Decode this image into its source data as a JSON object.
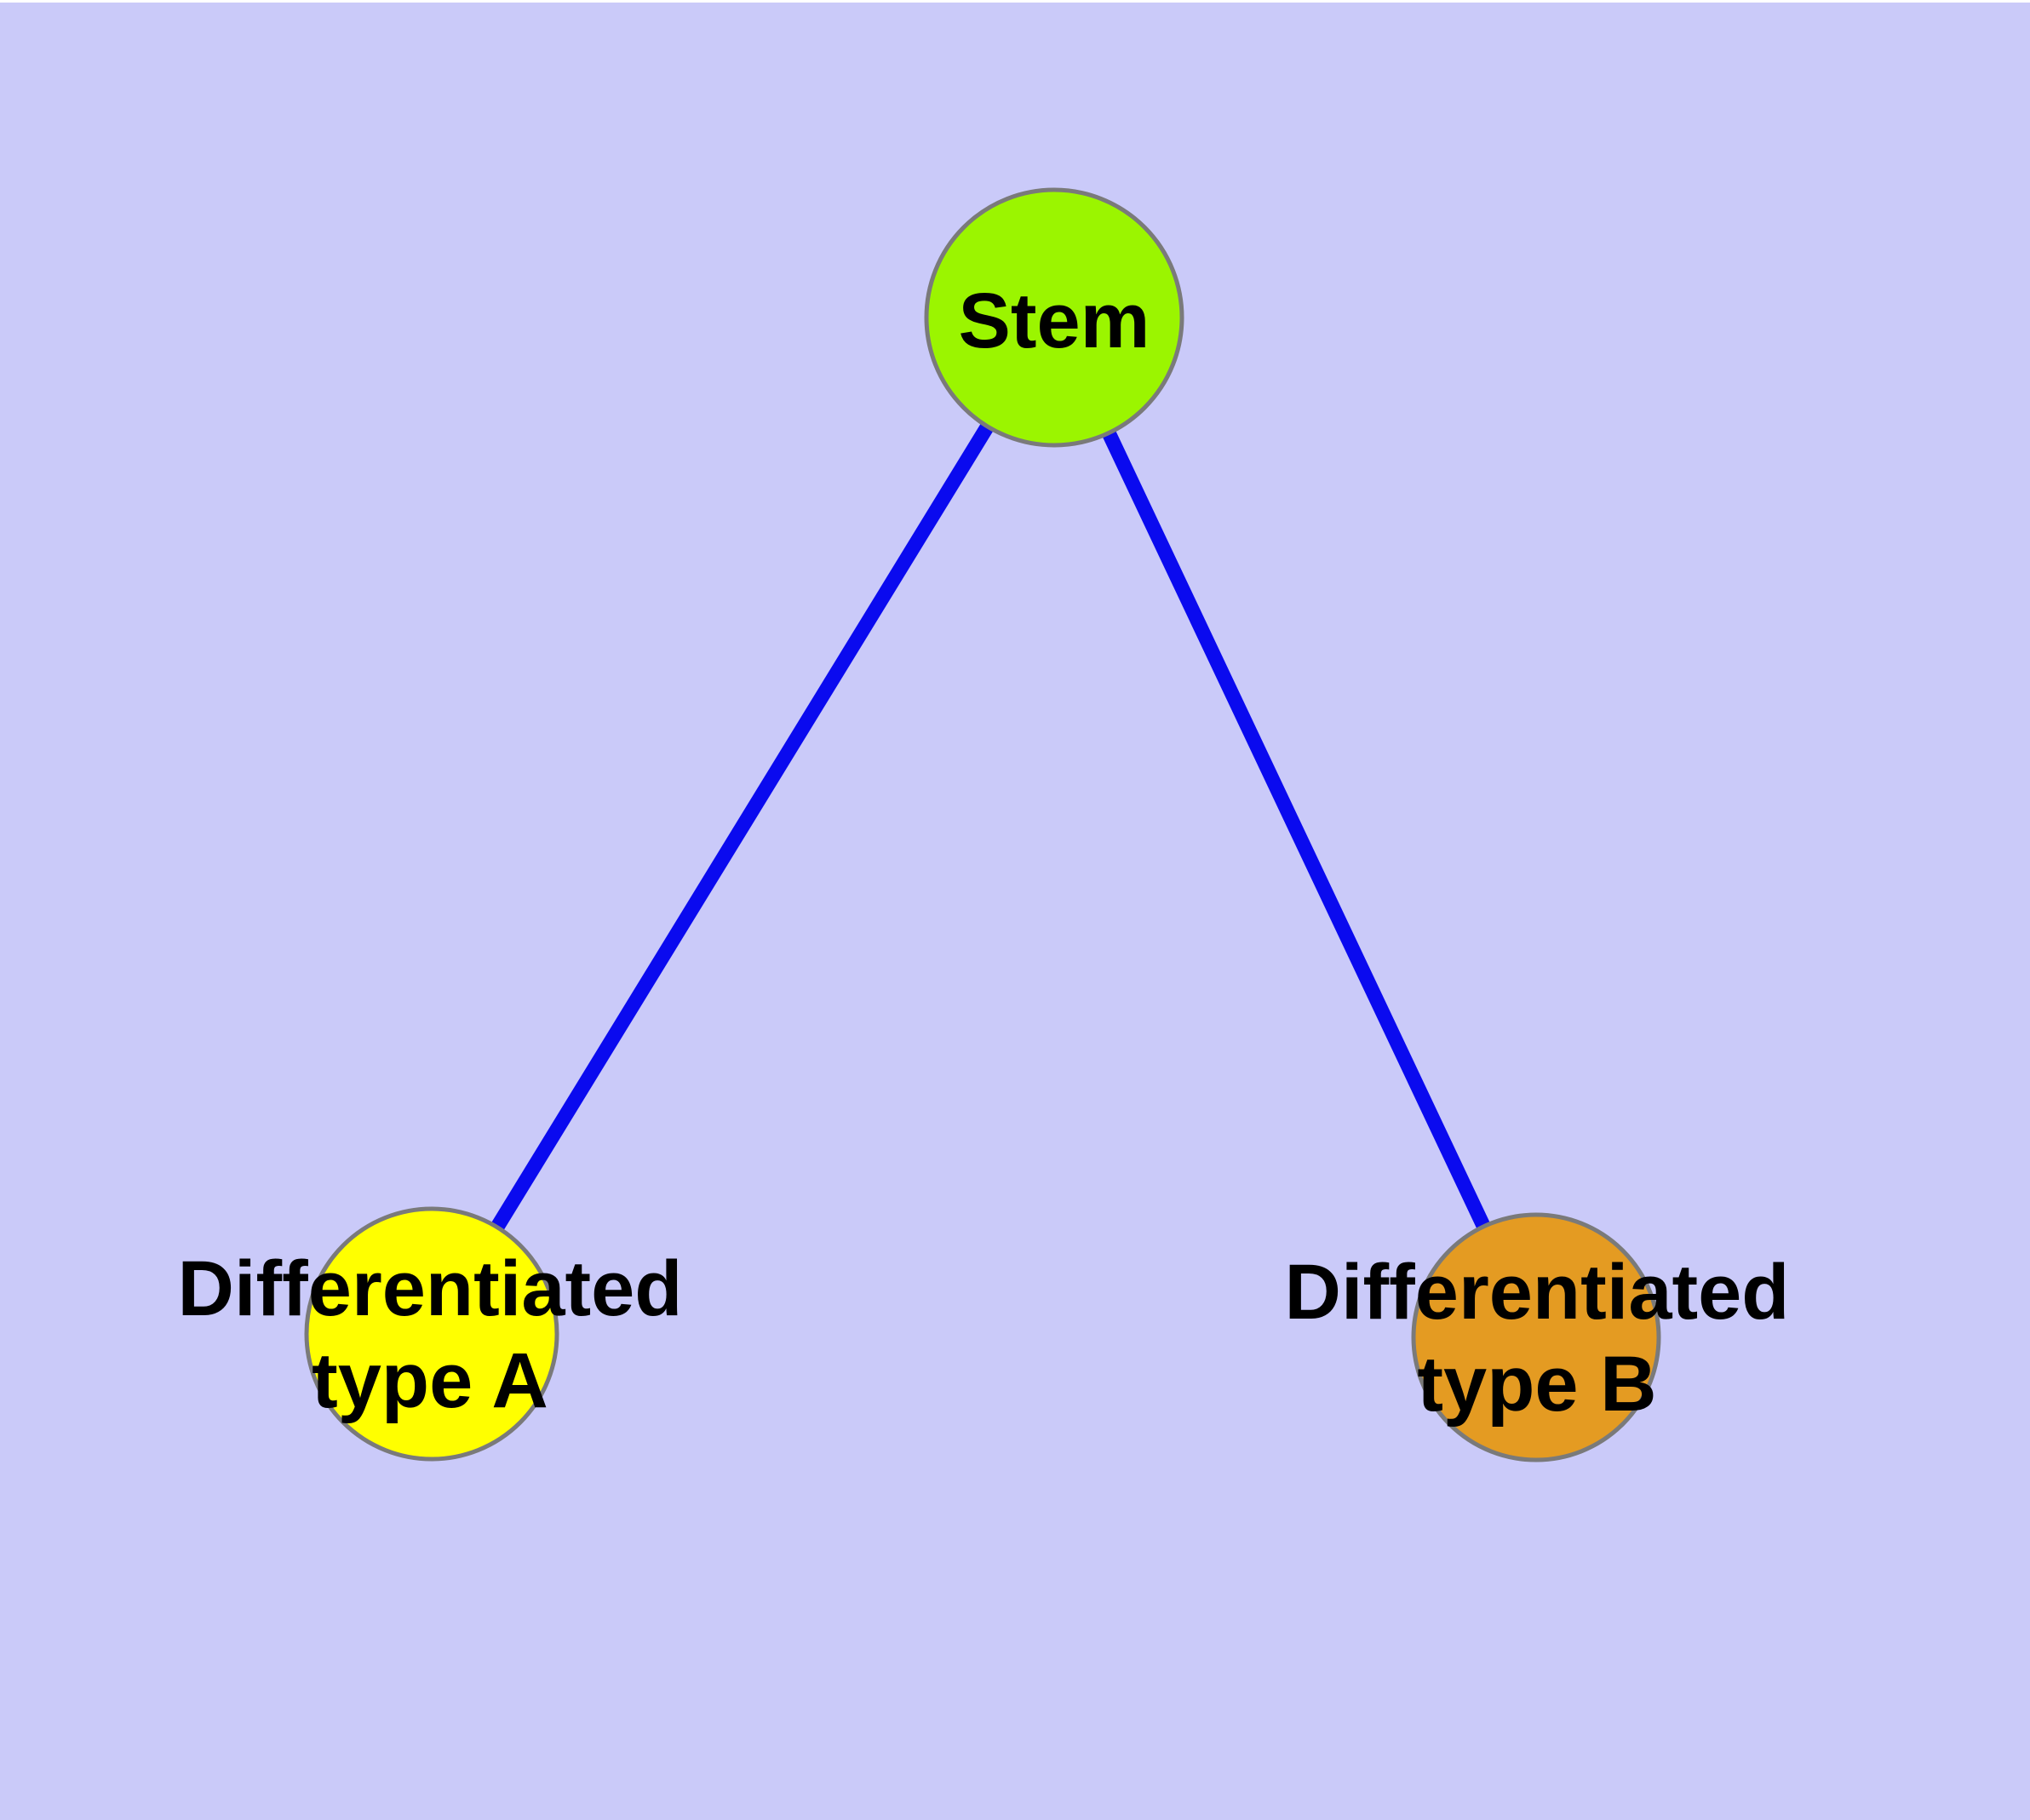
{
  "diagram": {
    "background_color": "#CACAF9",
    "top_margin_color": "#FFFFFF",
    "edge_color": "#0A0AEF",
    "node_border_color": "#7A7A7A",
    "label_color": "#000000",
    "nodes": [
      {
        "id": "stem",
        "label_line1": "Stem",
        "label_line2": "",
        "color": "#9BF500"
      },
      {
        "id": "type-a",
        "label_line1": "Differentiated",
        "label_line2": "type A",
        "color": "#FFFF00"
      },
      {
        "id": "type-b",
        "label_line1": "Differentiated",
        "label_line2": "type B",
        "color": "#E49B22"
      }
    ],
    "edges": [
      {
        "from": "stem",
        "to": "type-a"
      },
      {
        "from": "stem",
        "to": "type-b"
      }
    ]
  }
}
